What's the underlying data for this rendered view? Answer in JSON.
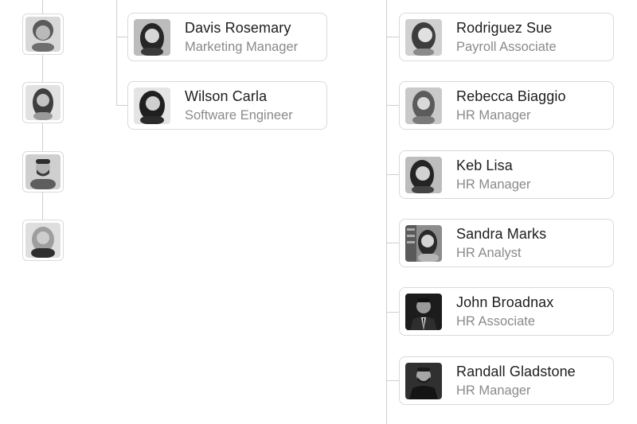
{
  "left_avatars": [
    {
      "icon": "avatar-woman-curly-hair"
    },
    {
      "icon": "avatar-woman-long-hair"
    },
    {
      "icon": "avatar-man-beard"
    },
    {
      "icon": "avatar-woman-blonde"
    }
  ],
  "middle_column": {
    "cards": [
      {
        "name": "Davis Rosemary",
        "role": "Marketing Manager"
      },
      {
        "name": "Wilson Carla",
        "role": "Software Engineer"
      }
    ]
  },
  "right_column": {
    "cards": [
      {
        "name": "Rodriguez Sue",
        "role": "Payroll Associate"
      },
      {
        "name": "Rebecca Biaggio",
        "role": "HR Manager"
      },
      {
        "name": "Keb Lisa",
        "role": "HR Manager"
      },
      {
        "name": "Sandra Marks",
        "role": "HR Analyst"
      },
      {
        "name": "John Broadnax",
        "role": "HR Associate"
      },
      {
        "name": "Randall Gladstone",
        "role": "HR Manager"
      }
    ]
  }
}
